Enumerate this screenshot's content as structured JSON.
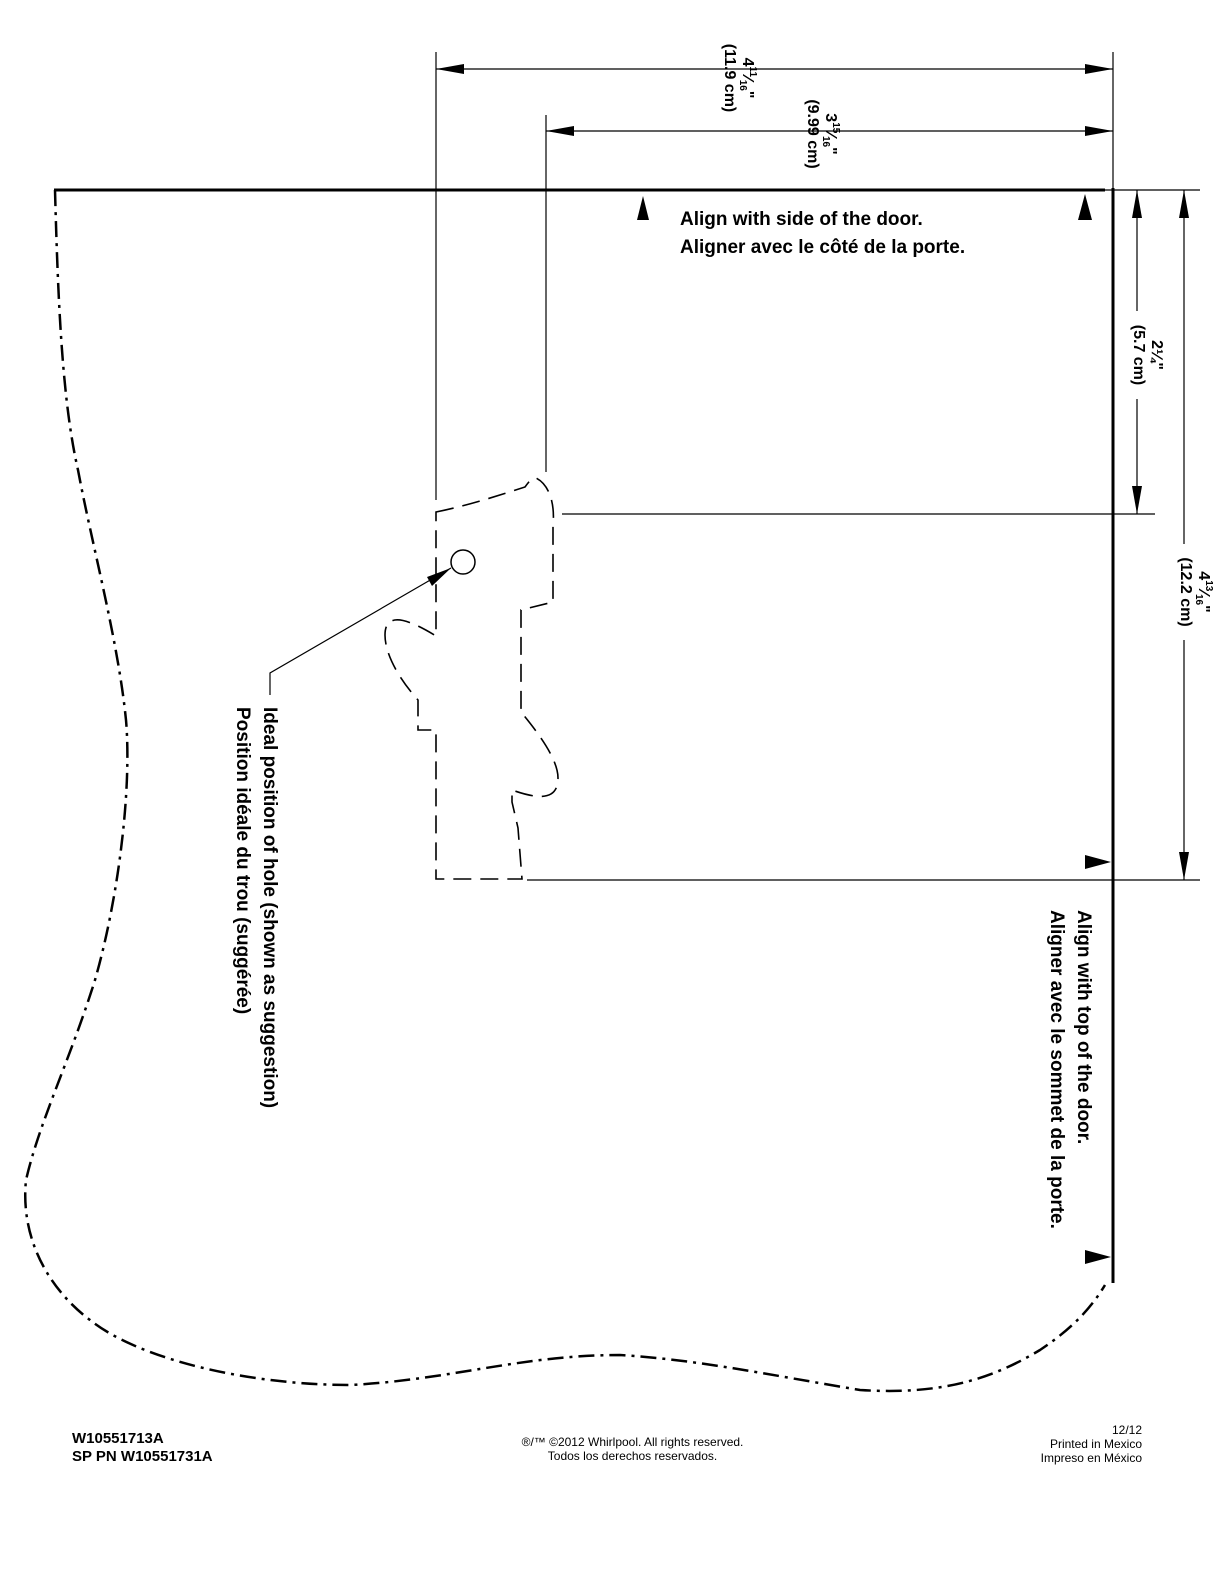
{
  "dimensions": {
    "width_outer": {
      "whole": "4",
      "num": "11",
      "den": "16",
      "metric": "(11.9 cm)"
    },
    "width_inner": {
      "whole": "3",
      "num": "15",
      "den": "16",
      "metric": "(9.99 cm)"
    },
    "height_upper": {
      "text": "2¼\"",
      "metric": "(5.7 cm)"
    },
    "height_total": {
      "whole": "4",
      "num": "13",
      "den": "16",
      "metric": "(12.2 cm)"
    }
  },
  "labels": {
    "align_side_en": "Align with side of the door.",
    "align_side_fr": "Aligner avec le côté de la porte.",
    "align_top_en": "Align with top of the door.",
    "align_top_fr": "Aligner avec le sommet de la porte.",
    "hole_en": "Ideal position of hole (shown as suggestion)",
    "hole_fr": "Position idéale du trou (suggérée)"
  },
  "footer": {
    "part_number": "W10551713A",
    "sp_part_number": "SP PN W10551731A",
    "copyright": "®/™ ©2012 Whirlpool. All rights reserved.",
    "rights_fr": "Todos los derechos reservados.",
    "date": "12/12",
    "printed_en": "Printed in Mexico",
    "printed_es": "Impreso en México"
  }
}
